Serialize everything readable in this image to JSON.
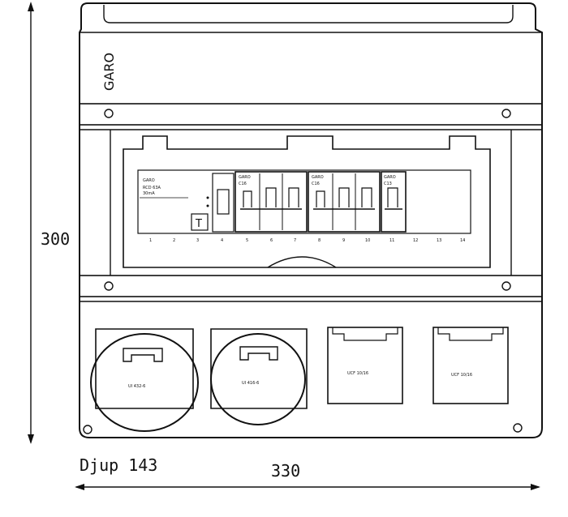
{
  "brand": "GARO",
  "dimensions": {
    "height": "300",
    "width": "330",
    "depth": "Djup 143"
  },
  "breaker_panel": {
    "main_label": "GARO",
    "main_sub1": "RCD 63A",
    "main_sub2": "30mA",
    "groups": [
      {
        "label": "GARO",
        "rating": "C16"
      },
      {
        "label": "GARO",
        "rating": "C16"
      },
      {
        "label": "GARO",
        "rating": "C13"
      }
    ],
    "numbers": [
      "1",
      "2",
      "3",
      "4",
      "5",
      "6",
      "7",
      "8",
      "9",
      "10",
      "11",
      "12",
      "13",
      "14"
    ]
  },
  "sockets": [
    {
      "label": "UI 432-6"
    },
    {
      "label": "UI 416-6"
    },
    {
      "label": "UCF 10/16"
    },
    {
      "label": "UCF 10/16"
    }
  ]
}
